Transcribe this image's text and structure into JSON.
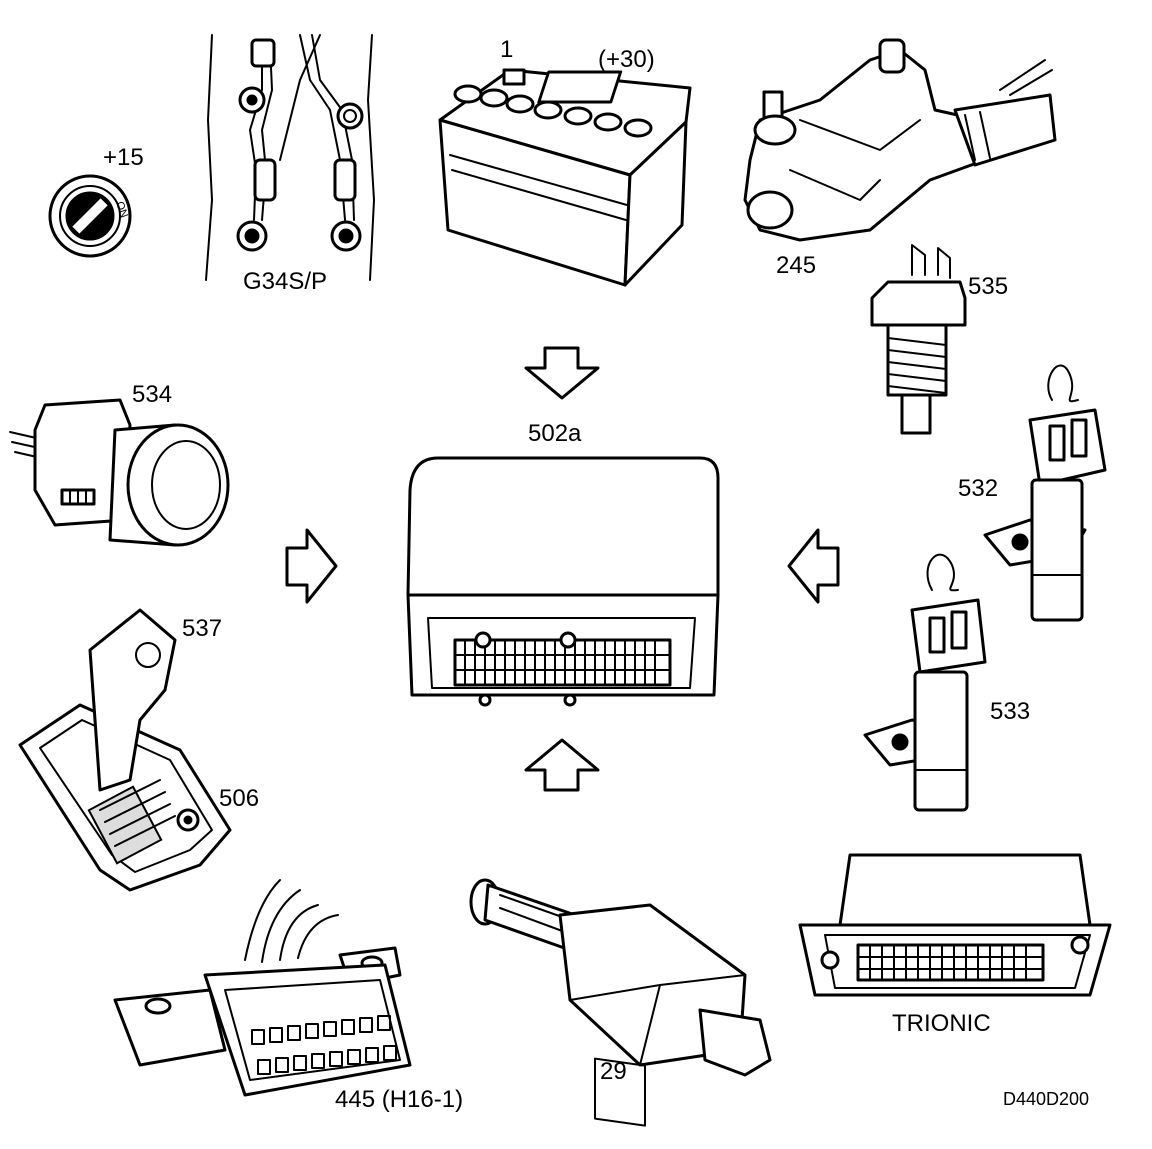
{
  "labels": {
    "battery_number": "1",
    "battery_terminal": "(+30)",
    "ignition": "+15",
    "ground_points": "G34S/P",
    "brake_assembly": "245",
    "temp_sensor": "535",
    "speed_sensor_a": "532",
    "speed_sensor_b": "533",
    "solenoid_valve": "534",
    "gear_knob": "537",
    "gear_selector": "506",
    "control_module": "502a",
    "diag_connector": "445 (H16-1)",
    "brake_switch": "29",
    "engine_ecu": "TRIONIC",
    "figure_code": "D440D200",
    "ignition_on_mark": "ON"
  }
}
